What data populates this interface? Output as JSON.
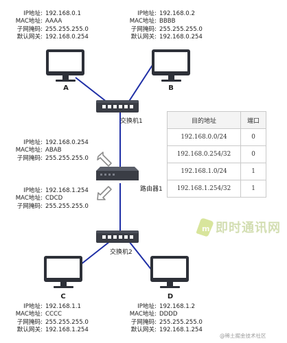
{
  "hosts": {
    "a": {
      "label": "A",
      "ip_key": "IP地址:",
      "ip": "192.168.0.1",
      "mac_key": "MAC地址:",
      "mac": "AAAA",
      "mask_key": "子网掩码:",
      "mask": "255.255.255.0",
      "gw_key": "默认网关:",
      "gw": "192.168.0.254"
    },
    "b": {
      "label": "B",
      "ip_key": "IP地址:",
      "ip": "192.168.0.2",
      "mac_key": "MAC地址:",
      "mac": "BBBB",
      "mask_key": "子网掩码:",
      "mask": "255.255.255.0",
      "gw_key": "默认网关:",
      "gw": "192.168.0.254"
    },
    "c": {
      "label": "C",
      "ip_key": "IP地址:",
      "ip": "192.168.1.1",
      "mac_key": "MAC地址:",
      "mac": "CCCC",
      "mask_key": "子网掩码:",
      "mask": "255.255.255.0",
      "gw_key": "默认网关:",
      "gw": "192.168.1.254"
    },
    "d": {
      "label": "D",
      "ip_key": "IP地址:",
      "ip": "192.168.1.2",
      "mac_key": "MAC地址:",
      "mac": "DDDD",
      "mask_key": "子网掩码:",
      "mask": "255.255.255.0",
      "gw_key": "默认网关:",
      "gw": "192.168.1.254"
    }
  },
  "router": {
    "label": "路由器1",
    "if0": {
      "ip_key": "IP地址:",
      "ip": "192.168.0.254",
      "mac_key": "MAC地址:",
      "mac": "ABAB",
      "mask_key": "子网掩码:",
      "mask": "255.255.255.0"
    },
    "if1": {
      "ip_key": "IP地址:",
      "ip": "192.168.1.254",
      "mac_key": "MAC地址:",
      "mac": "CDCD",
      "mask_key": "子网掩码:",
      "mask": "255.255.255.0"
    }
  },
  "switches": {
    "s1": "交换机1",
    "s2": "交换机2"
  },
  "routing_table": {
    "headers": [
      "目的地址",
      "端口"
    ],
    "rows": [
      {
        "dest": "192.168.0.0/24",
        "port": "0"
      },
      {
        "dest": "192.168.0.254/32",
        "port": "0"
      },
      {
        "dest": "192.168.1.0/24",
        "port": "1"
      },
      {
        "dest": "192.168.1.254/32",
        "port": "1"
      }
    ]
  },
  "watermarks": {
    "brand": "即时通讯网",
    "site": "@稀土掘金技术社区"
  },
  "colors": {
    "link": "#1f2fa6",
    "arrow": "#8c8c8c",
    "device_dark": "#2d3038",
    "screen": "#ffffff"
  }
}
